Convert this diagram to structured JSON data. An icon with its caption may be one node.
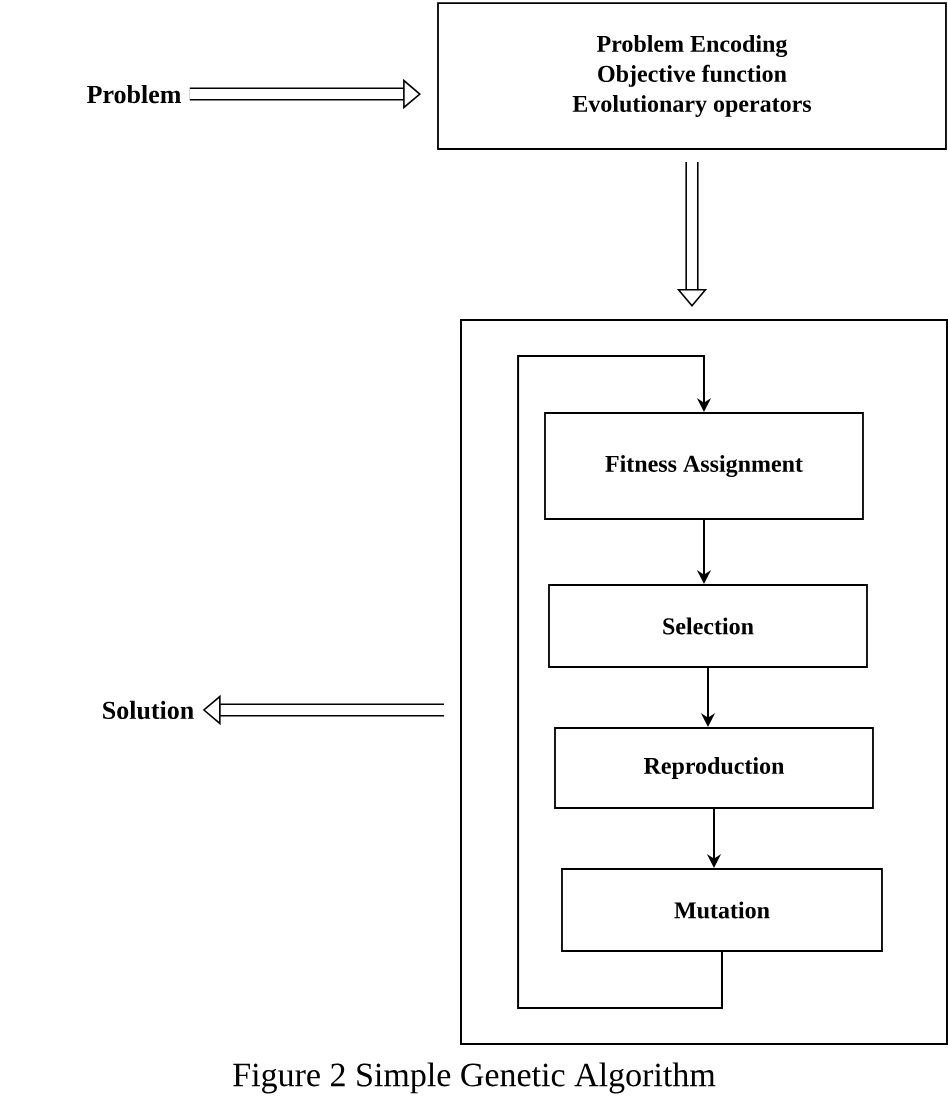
{
  "diagram": {
    "caption": "Figure 2 Simple Genetic Algorithm",
    "nodes": [
      {
        "text": [
          "Problem"
        ]
      },
      {
        "text": [
          "Problem Encoding",
          "Objective function",
          "Evolutionary operators"
        ]
      },
      {
        "text": [],
        "shape": "box"
      },
      {
        "text": [
          "Fitness Assignment"
        ],
        "in": 2
      },
      {
        "text": [
          "Selection"
        ],
        "in": 2
      },
      {
        "text": [
          "Reproduction"
        ],
        "in": 2
      },
      {
        "text": [
          "Mutation"
        ],
        "in": 2
      },
      {
        "text": [
          "Solution"
        ]
      }
    ],
    "edges": [
      {
        "from": 0,
        "to": 1,
        "arrow": "to",
        "style": "thick"
      },
      {
        "from": 1,
        "to": 2,
        "arrow": "to",
        "style": "thick"
      },
      {
        "from": 2,
        "to": 7,
        "arrow": "to",
        "style": "thick"
      },
      {
        "from": 3,
        "to": 4,
        "arrow": "to"
      },
      {
        "from": 4,
        "to": 5,
        "arrow": "to"
      },
      {
        "from": 5,
        "to": 6,
        "arrow": "to"
      },
      {
        "from": 6,
        "to": 3,
        "arrow": "to"
      }
    ]
  }
}
